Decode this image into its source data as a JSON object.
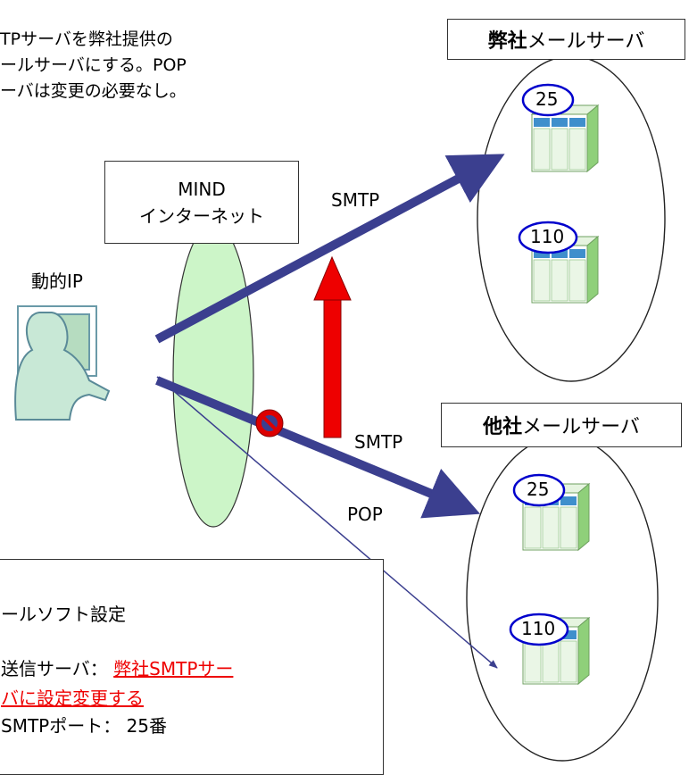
{
  "intro": {
    "line1": "TPサーバを弊社提供の",
    "line2": "ールサーバにする。POP",
    "line3": "ーバは変更の必要なし。"
  },
  "mind_box": {
    "line1": "MIND",
    "line2": "インターネット"
  },
  "client_label": "動的IP",
  "server_own": {
    "title_bold": "弊社",
    "title_rest": "メールサーバ",
    "port_smtp": "25",
    "port_pop": "110"
  },
  "server_other": {
    "title_bold": "他社",
    "title_rest": "メールサーバ",
    "port_smtp": "25",
    "port_pop": "110"
  },
  "arrows": {
    "smtp_top": "SMTP",
    "smtp_mid": "SMTP",
    "pop": "POP"
  },
  "settings": {
    "heading": "ールソフト設定",
    "send_label": "送信サーバ：",
    "send_value_a": "弊社SMTPサー",
    "send_value_b": "バに設定変更する",
    "port_line": "SMTPポート：  25番"
  },
  "colors": {
    "arrow_navy": "#3b3f8f",
    "arrow_red": "#ee0000",
    "cloud_green": "#ccf5c8",
    "port_blue": "#0000cc",
    "server_blue": "#3f8fcc",
    "server_green": "#8fd07a",
    "block_red": "#dd0000"
  }
}
